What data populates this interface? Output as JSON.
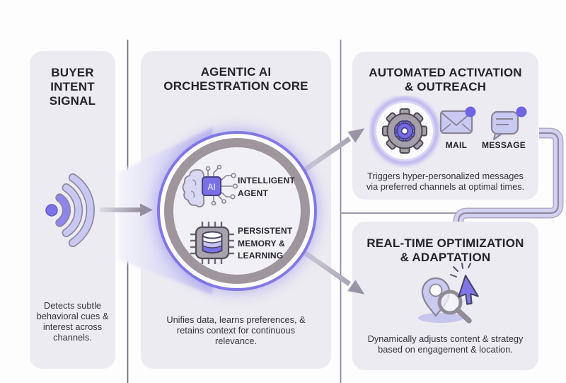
{
  "buyer": {
    "title_lines": [
      "BUYER",
      "INTENT",
      "SIGNAL"
    ],
    "body_lines": [
      "Detects subtle",
      "behavioral cues &",
      "interest across",
      "channels."
    ]
  },
  "core": {
    "title_lines": [
      "AGENTIC AI",
      "ORCHESTRATION CORE"
    ],
    "agent_label_lines": [
      "INTELLIGENT",
      "AGENT"
    ],
    "memory_label_lines": [
      "PERSISTENT",
      "MEMORY &",
      "LEARNING"
    ],
    "ai_chip_label": "AI",
    "body_lines": [
      "Unifies data, learns preferences, &",
      "retains context for continuous",
      "relevance."
    ]
  },
  "activation": {
    "title_lines": [
      "AUTOMATED ACTIVATION",
      "& OUTREACH"
    ],
    "channels": [
      {
        "label": "MAIL"
      },
      {
        "label": "MESSAGE"
      }
    ],
    "body_lines": [
      "Triggers hyper-personalized messages",
      "via preferred channels at optimal times."
    ]
  },
  "optimization": {
    "title_lines": [
      "REAL-TIME OPTIMIZATION",
      "& ADAPTATION"
    ],
    "body_lines": [
      "Dynamically adjusts content & strategy",
      "based on engagement & location."
    ]
  },
  "icons": {
    "buyer": "signal-waves-icon",
    "core_agent": "ai-brain-icon",
    "core_memory": "memory-chip-database-icon",
    "activation_gear": "gear-icon",
    "activation_mail": "mail-icon",
    "activation_message": "message-icon",
    "optimization": "location-search-cursor-icon"
  },
  "colors": {
    "accent_purple": "#756ae4",
    "lavender": "#c9c9f0",
    "ring_gray": "#9e969c",
    "panel_bg": "#ecebf1",
    "title_text": "#26222c",
    "body_text": "#37333e"
  }
}
